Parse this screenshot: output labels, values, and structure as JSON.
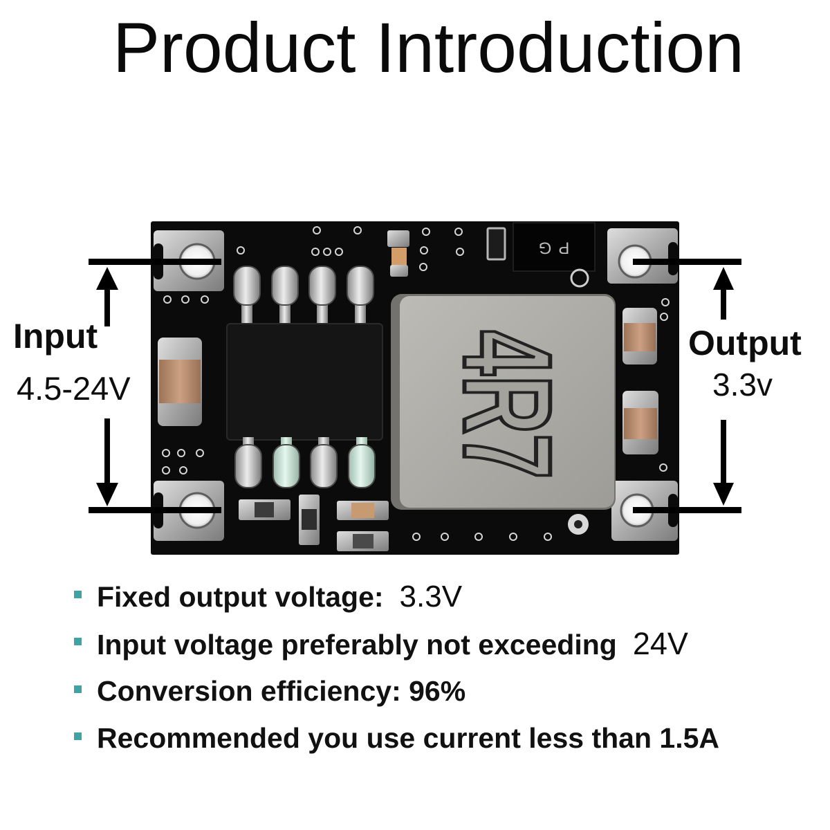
{
  "title": "Product Introduction",
  "product": {
    "inductor_marking": "4R7",
    "pcb_marking": "PG"
  },
  "input": {
    "label": "Input",
    "range": "4.5-24V"
  },
  "output": {
    "label": "Output",
    "value": "3.3v"
  },
  "features": [
    {
      "text": "Fixed output voltage:",
      "value": "3.3V"
    },
    {
      "text": "Input voltage preferably not exceeding",
      "value": "24V"
    },
    {
      "text": "Conversion efficiency: 96%"
    },
    {
      "text": "Recommended you use current less than 1.5A"
    }
  ],
  "icons": {
    "bullet": "square-bullet-icon",
    "dimension": "double-headed-arrow-icon"
  },
  "colors": {
    "bullet": "#3fa3a6",
    "pcb": "#0b0b0b"
  }
}
